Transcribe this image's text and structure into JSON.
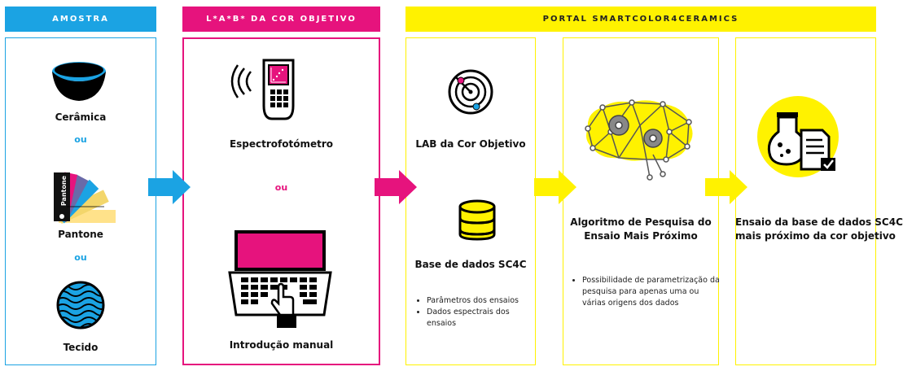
{
  "colors": {
    "blue": "#1ba3e3",
    "magenta": "#e6137d",
    "yellow": "#fff200",
    "black": "#000000"
  },
  "headers": {
    "amostra": "AMOSTRA",
    "lab": "L*A*B* DA COR OBJETIVO",
    "portal": "PORTAL SMARTCOLOR4CERAMICS"
  },
  "amostra": {
    "ceramica": "Cerâmica",
    "ou1": "ou",
    "pantone": "Pantone",
    "pantone_swatch_text": "Pantone",
    "ou2": "ou",
    "tecido": "Tecido"
  },
  "lab": {
    "espectro": "Espectrofotómetro",
    "ou": "ou",
    "manual": "Introdução manual"
  },
  "portal": {
    "lab_objetivo": "LAB da Cor Objetivo",
    "base_dados": "Base de dados SC4C",
    "base_bullets": [
      "Parâmetros dos ensaios",
      "Dados espectrais dos ensaios"
    ],
    "algoritmo": [
      "Algoritmo de Pesquisa do",
      "Ensaio Mais Próximo"
    ],
    "algoritmo_bullets": [
      "Possibilidade de parametrização da pesquisa para apenas uma ou várias origens dos dados"
    ],
    "ensaio": [
      "Ensaio da base de dados SC4C",
      "mais próximo da cor objetivo"
    ]
  },
  "icons": [
    "ceramic-bowl-icon",
    "pantone-swatch-icon",
    "fabric-icon",
    "spectrophotometer-icon",
    "laptop-icon",
    "radar-icon",
    "database-icon",
    "brain-gears-icon",
    "flask-document-icon",
    "arrow-right-icon"
  ]
}
